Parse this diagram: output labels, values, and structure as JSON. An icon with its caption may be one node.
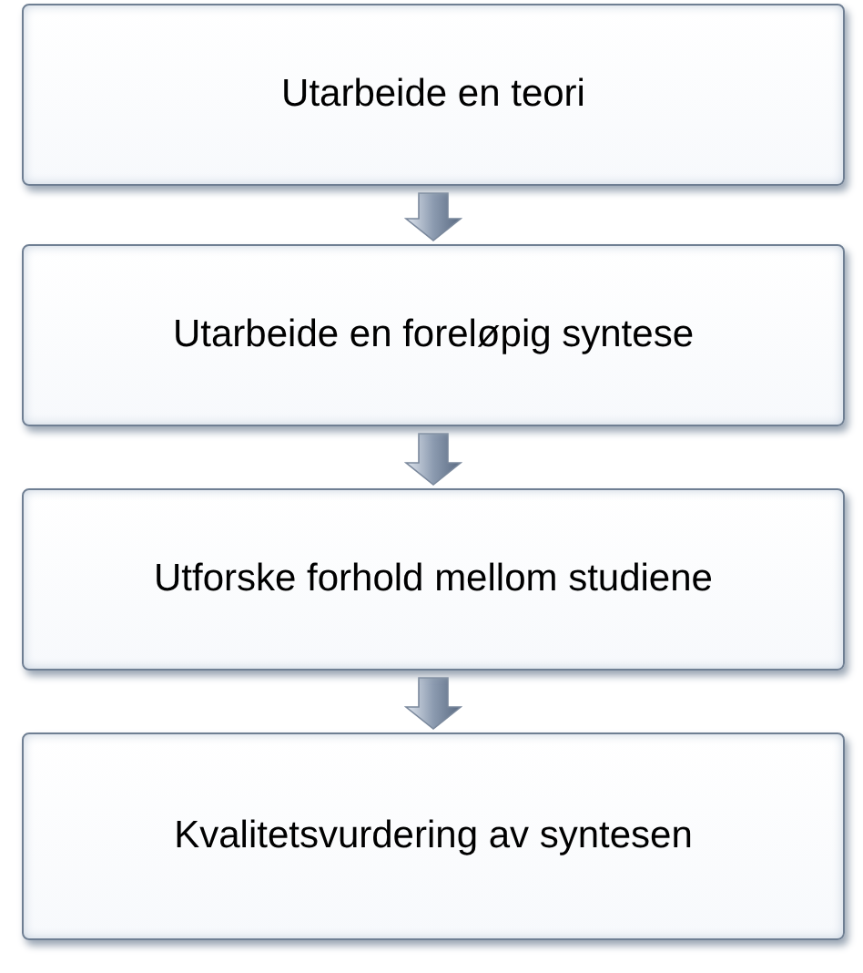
{
  "diagram": {
    "nodes": [
      {
        "text": [
          "Utarbeide en teori"
        ]
      },
      {
        "text": [
          "Utarbeide en foreløpig syntese"
        ]
      },
      {
        "text": [
          "Utforske forhold mellom studiene"
        ]
      },
      {
        "text": [
          "Kvalitetsvurdering av syntesen"
        ]
      }
    ],
    "edges": [
      {
        "from": 0,
        "to": 1,
        "arrow": "to"
      },
      {
        "from": 1,
        "to": 2,
        "arrow": "to"
      },
      {
        "from": 2,
        "to": 3,
        "arrow": "to"
      }
    ]
  }
}
